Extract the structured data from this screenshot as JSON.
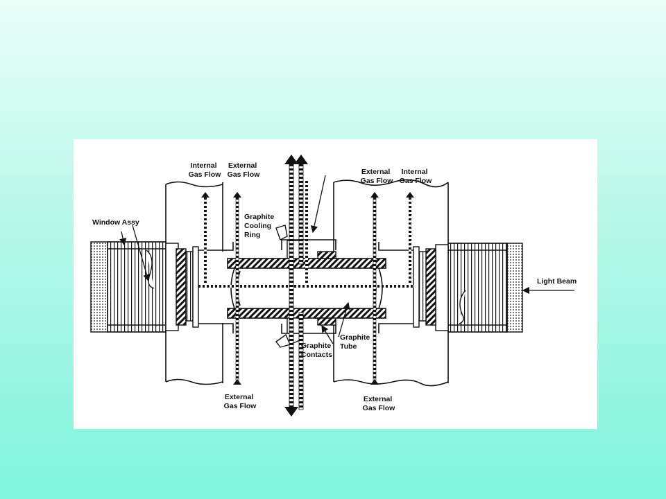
{
  "colors": {
    "background_top": "#eafff9",
    "background_bottom": "#80f5dd",
    "figure_background": "#ffffff",
    "ink": "#111111"
  },
  "labels": {
    "internal_gas_flow_left": [
      "Internal",
      "Gas Flow"
    ],
    "external_gas_flow_top_left": [
      "External",
      "Gas Flow"
    ],
    "external_gas_flow_top_right": [
      "External",
      "Gas Flow"
    ],
    "internal_gas_flow_right": [
      "Internal",
      "Gas Flow"
    ],
    "window_assy": [
      "Window Assy"
    ],
    "graphite_cooling_ring": [
      "Graphite",
      "Cooling",
      "Ring"
    ],
    "light_beam": [
      "Light Beam"
    ],
    "graphite_tube": [
      "Graphite",
      "Tube"
    ],
    "graphite_contacts": [
      "Graphite",
      "Contacts"
    ],
    "external_gas_flow_bottom_left": [
      "External",
      "Gas Flow"
    ],
    "external_gas_flow_bottom_right": [
      "External",
      "Gas Flow"
    ]
  }
}
